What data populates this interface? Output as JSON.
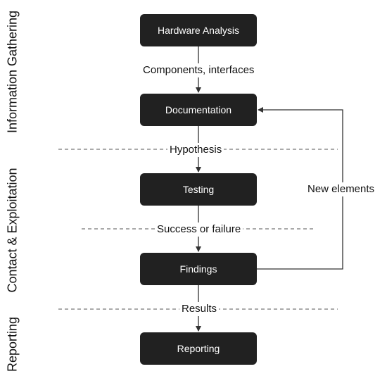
{
  "phases": [
    "Information Gathering",
    "Contact & Exploitation",
    "Reporting"
  ],
  "steps": [
    "Hardware Analysis",
    "Documentation",
    "Testing",
    "Findings",
    "Reporting"
  ],
  "edge_labels": {
    "analysis_to_docs": "Components, interfaces",
    "docs_to_testing": "Hypothesis",
    "testing_to_findings": "Success or failure",
    "findings_to_reporting": "Results",
    "feedback": "New elements"
  },
  "colors": {
    "box_fill": "#212121",
    "box_text": "#ffffff",
    "line": "#333333",
    "divider": "#777777"
  }
}
